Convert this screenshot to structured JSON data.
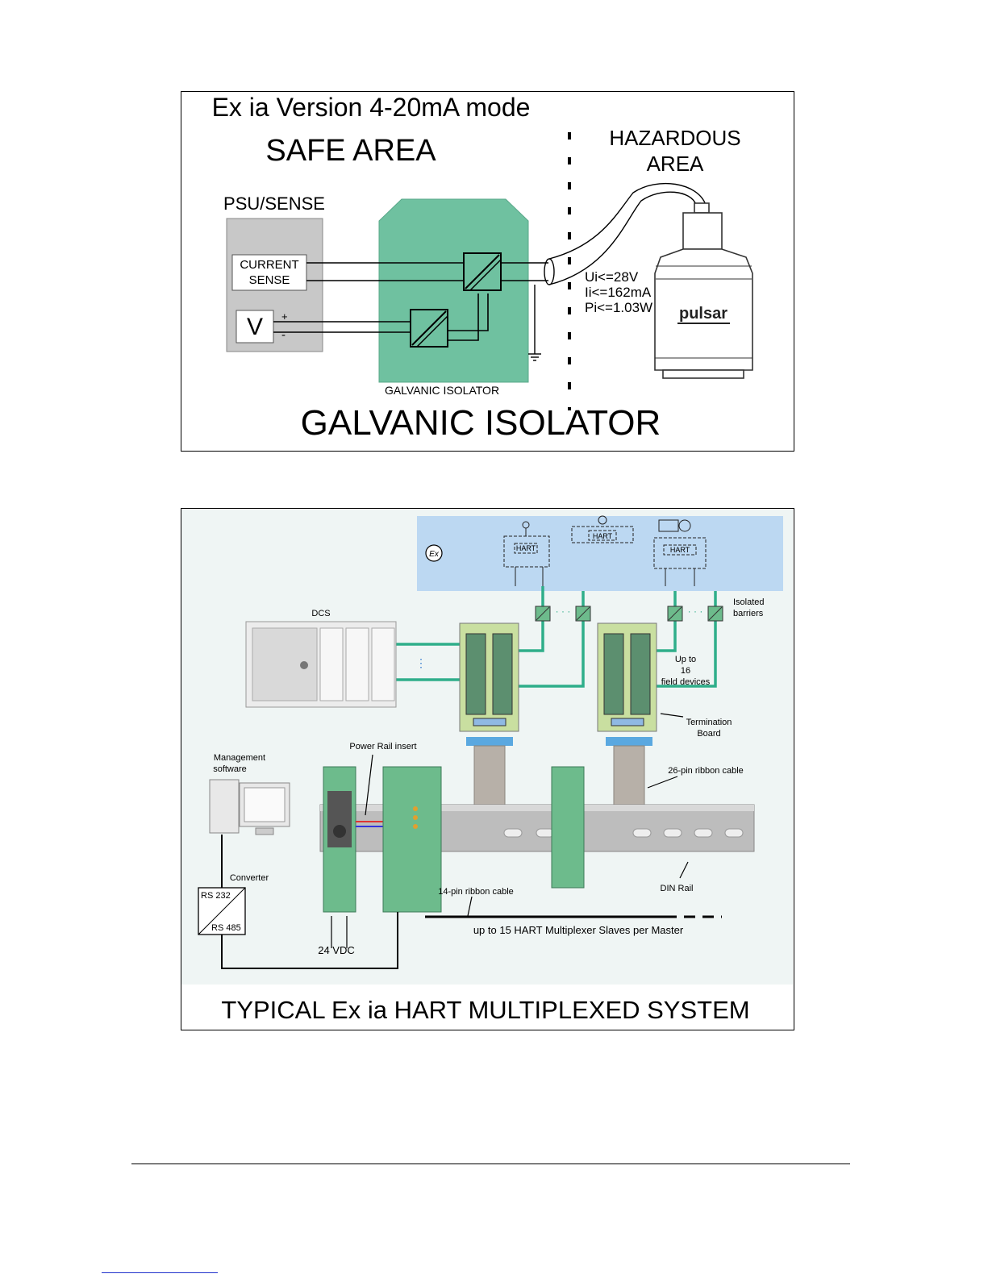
{
  "fig1": {
    "title": "Ex ia Version 4-20mA mode",
    "safe_area": "SAFE AREA",
    "hazardous_line1": "HAZARDOUS",
    "hazardous_line2": "AREA",
    "psu_label": "PSU/SENSE",
    "current_line1": "CURRENT",
    "current_line2": "SENSE",
    "v_label": "V",
    "plus": "+",
    "minus": "-",
    "ui": "Ui<=28V",
    "ii": "Ii<=162mA",
    "pi": "Pi<=1.03W",
    "isolator_small": "GALVANIC ISOLATOR",
    "caption": "GALVANIC ISOLATOR",
    "brand": "pulsar",
    "colors": {
      "isolator": "#6fc1a0",
      "psu": "#c8c8c8"
    }
  },
  "fig2": {
    "ex_symbol": "Ex",
    "hart_1": "HART",
    "hart_2": "HART",
    "hart_3": "HART",
    "dcs": "DCS",
    "isolated_line1": "Isolated",
    "isolated_line2": "barriers",
    "upto_line1": "Up to",
    "upto_line2": "16",
    "upto_line3": "field devices",
    "term_line1": "Termination",
    "term_line2": "Board",
    "mgmt_line1": "Management",
    "mgmt_line2": "software",
    "power_rail": "Power Rail insert",
    "ribbon26": "26-pin ribbon cable",
    "converter": "Converter",
    "rs232": "RS 232",
    "rs485": "RS 485",
    "ribbon14": "14-pin ribbon cable",
    "din_rail": "DIN Rail",
    "upto15": "up to 15 HART Multiplexer Slaves per Master",
    "vdc": "24 VDC",
    "caption": "TYPICAL Ex ia HART MULTIPLEXED SYSTEM",
    "colors": {
      "hazard_zone": "#bcd8f2",
      "cable": "#2fae8a",
      "module": "#6dbb8c",
      "board": "#c9dfa0"
    }
  }
}
